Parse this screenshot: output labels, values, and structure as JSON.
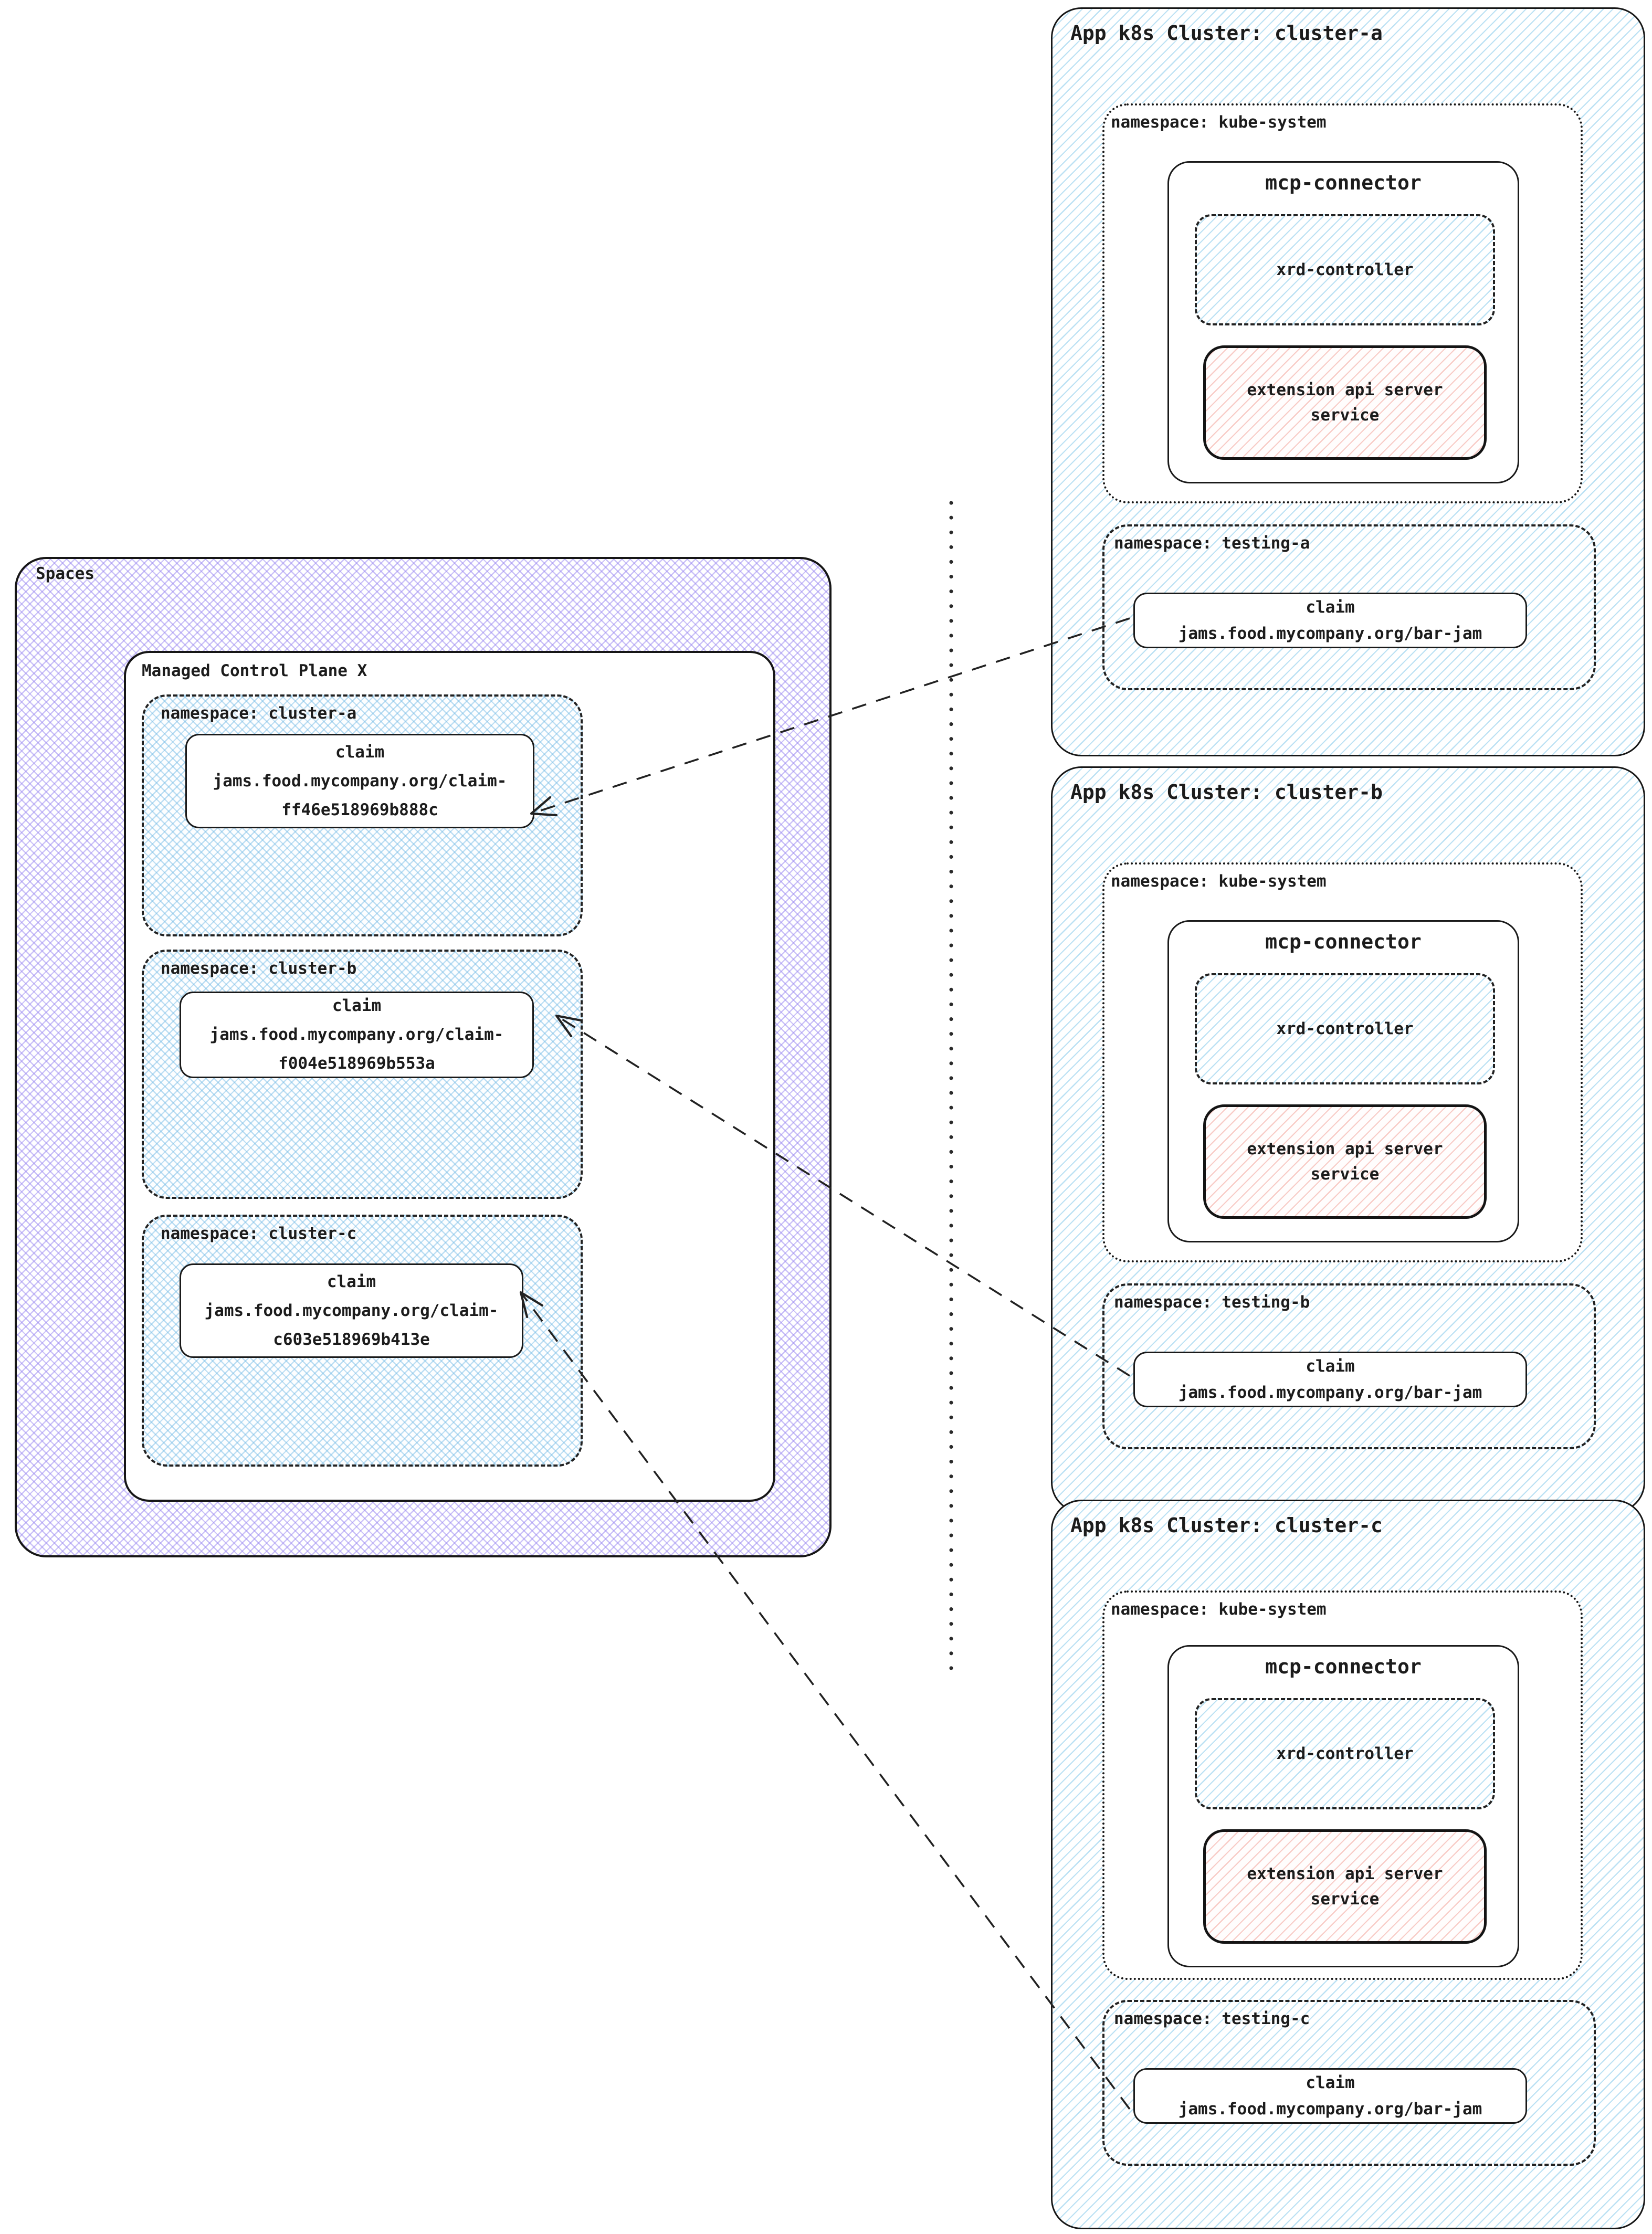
{
  "diagram": {
    "spaces": {
      "label": "Spaces",
      "mcp": {
        "label": "Managed Control Plane X",
        "namespaces": [
          {
            "label": "namespace: cluster-a",
            "claim_title": "claim",
            "claim_path": "jams.food.mycompany.org/claim-",
            "claim_hash": "ff46e518969b888c"
          },
          {
            "label": "namespace: cluster-b",
            "claim_title": "claim",
            "claim_path": "jams.food.mycompany.org/claim-",
            "claim_hash": "f004e518969b553a"
          },
          {
            "label": "namespace: cluster-c",
            "claim_title": "claim",
            "claim_path": "jams.food.mycompany.org/claim-",
            "claim_hash": "c603e518969b413e"
          }
        ]
      }
    },
    "clusters": [
      {
        "title": "App k8s Cluster: cluster-a",
        "kube_label": "namespace: kube-system",
        "connector_label": "mcp-connector",
        "xrd_label": "xrd-controller",
        "ext_line1": "extension api server",
        "ext_line2": "service",
        "testing_label": "namespace: testing-a",
        "claim_title": "claim",
        "claim_path": "jams.food.mycompany.org/bar-jam"
      },
      {
        "title": "App k8s Cluster: cluster-b",
        "kube_label": "namespace: kube-system",
        "connector_label": "mcp-connector",
        "xrd_label": "xrd-controller",
        "ext_line1": "extension api server",
        "ext_line2": "service",
        "testing_label": "namespace: testing-b",
        "claim_title": "claim",
        "claim_path": "jams.food.mycompany.org/bar-jam"
      },
      {
        "title": "App k8s Cluster: cluster-c",
        "kube_label": "namespace: kube-system",
        "connector_label": "mcp-connector",
        "xrd_label": "xrd-controller",
        "ext_line1": "extension api server",
        "ext_line2": "service",
        "testing_label": "namespace: testing-c",
        "claim_title": "claim",
        "claim_path": "jams.food.mycompany.org/bar-jam"
      }
    ],
    "colors": {
      "ink": "#1a1a1a",
      "purple_hatch": "#9785f0",
      "blue_cross_hatch": "#6eb9e4",
      "blue_diag_hatch": "#78c3e8",
      "red_diag_hatch": "#f0968c"
    }
  }
}
